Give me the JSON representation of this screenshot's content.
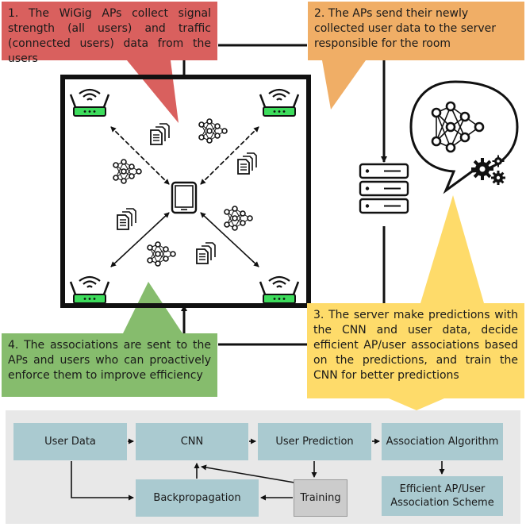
{
  "callouts": {
    "step1": "1. The WiGig APs collect signal strength (all users) and traffic (connected users) data from the users",
    "step2": "2. The APs send their newly collected user data to the server responsible for the room",
    "step3": "3. The server make predictions with the CNN and user data, decide efficient AP/user associations based on the predictions, and train the CNN for better predictions",
    "step4": "4. The associations are sent to the APs and users who can proactively enforce them to improve efficiency"
  },
  "flowchart": {
    "user_data": "User Data",
    "cnn": "CNN",
    "user_prediction": "User Prediction",
    "association_algorithm": "Association Algorithm",
    "backpropagation": "Backpropagation",
    "training": "Training",
    "efficient_scheme": "Efficient AP/User Association Scheme"
  },
  "colors": {
    "step1": "#d9605e",
    "step2": "#f0ae66",
    "step3": "#fedb6a",
    "step4": "#86bc6d",
    "flow_box": "#aacad0",
    "flow_panel": "#e8e8e8",
    "ap_green": "#3ddc5c"
  },
  "icons": [
    "wifi-router-icon",
    "tablet-icon",
    "documents-icon",
    "neural-network-icon",
    "server-icon",
    "speech-bubble-icon",
    "gears-icon"
  ]
}
